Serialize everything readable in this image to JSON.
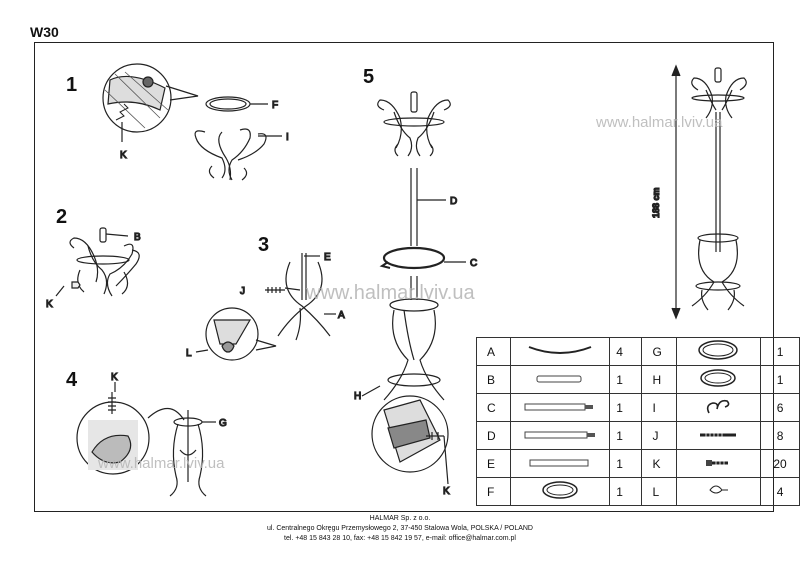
{
  "model": "W30",
  "steps": [
    "1",
    "2",
    "3",
    "4",
    "5"
  ],
  "labels": {
    "s1_k": "K",
    "s1_f": "F",
    "s1_i": "I",
    "s2_b": "B",
    "s2_k": "K",
    "s3_e": "E",
    "s3_j": "J",
    "s3_a": "A",
    "s3_l": "L",
    "s4_k": "K",
    "s4_g": "G",
    "s5_d": "D",
    "s5_c": "C",
    "s5_h": "H",
    "s5_k": "K",
    "height": "188 cm"
  },
  "watermarks": [
    "www.halmar.lviv.ua",
    "www.halmar.lviv.ua",
    "www.halmar.lviv.ua"
  ],
  "parts": [
    {
      "code": "A",
      "icon": "curved-leg-icon",
      "qty": "4",
      "code2": "G",
      "icon2": "large-ring-icon",
      "qty2": "1"
    },
    {
      "code": "B",
      "icon": "top-finial-icon",
      "qty": "1",
      "code2": "H",
      "icon2": "medium-ring-icon",
      "qty2": "1"
    },
    {
      "code": "C",
      "icon": "connector-bolt-icon",
      "qty": "1",
      "code2": "I",
      "icon2": "hook-icon",
      "qty2": "6"
    },
    {
      "code": "D",
      "icon": "pole-icon",
      "qty": "1",
      "code2": "J",
      "icon2": "long-screw-icon",
      "qty2": "8"
    },
    {
      "code": "E",
      "icon": "lower-pole-icon",
      "qty": "1",
      "code2": "K",
      "icon2": "short-screw-icon",
      "qty2": "20"
    },
    {
      "code": "F",
      "icon": "small-ring-icon",
      "qty": "1",
      "code2": "L",
      "icon2": "foot-pad-icon",
      "qty2": "4"
    }
  ],
  "footer": {
    "company": "HALMAR Sp. z o.o.",
    "address": "ul. Centralnego Okręgu Przemysłowego 2, 37-450 Stalowa Wola, POLSKA / POLAND",
    "contact": "tel. +48 15 843 28 10, fax: +48 15 842 19 57, e-mail: office@halmar.com.pl"
  }
}
